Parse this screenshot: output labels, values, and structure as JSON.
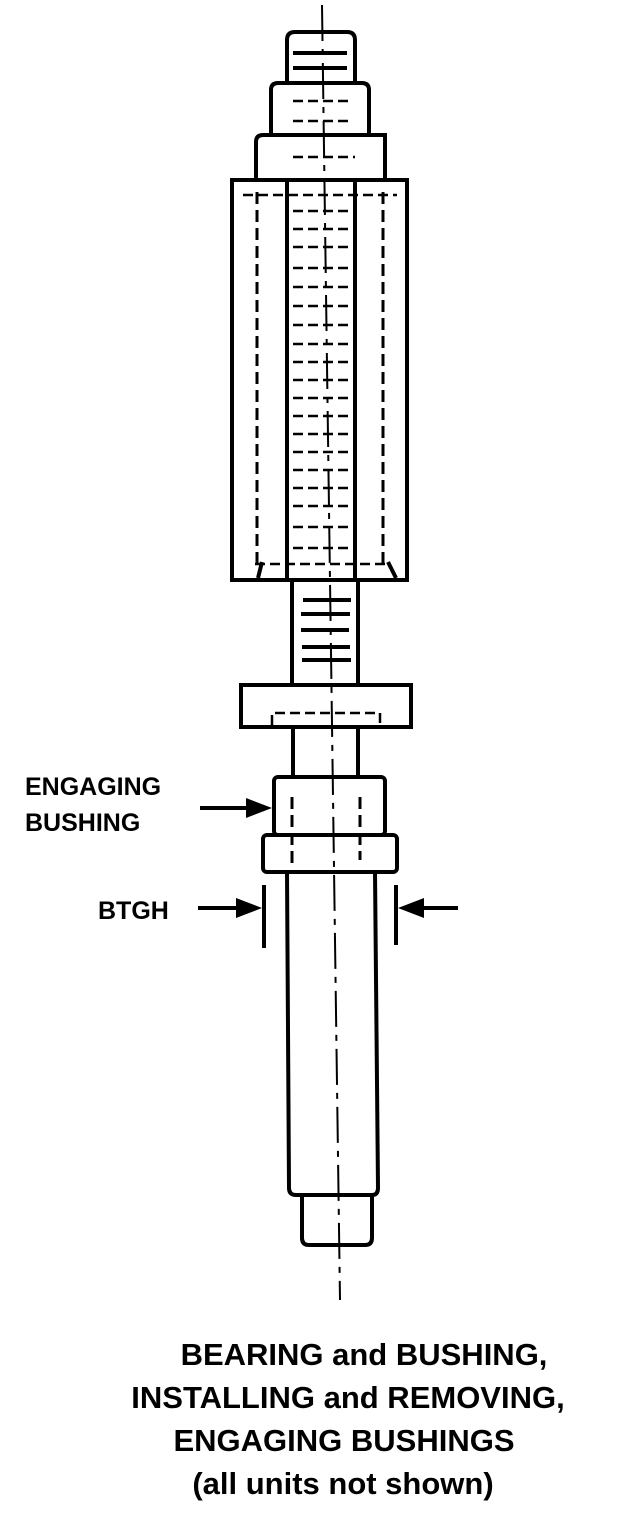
{
  "labels": {
    "engaging_bushing_line1": "ENGAGING",
    "engaging_bushing_line2": "BUSHING",
    "btgh": "BTGH"
  },
  "caption": [
    "BEARING and BUSHING,",
    "INSTALLING and REMOVING,",
    "ENGAGING BUSHINGS",
    "(all units not shown)"
  ]
}
